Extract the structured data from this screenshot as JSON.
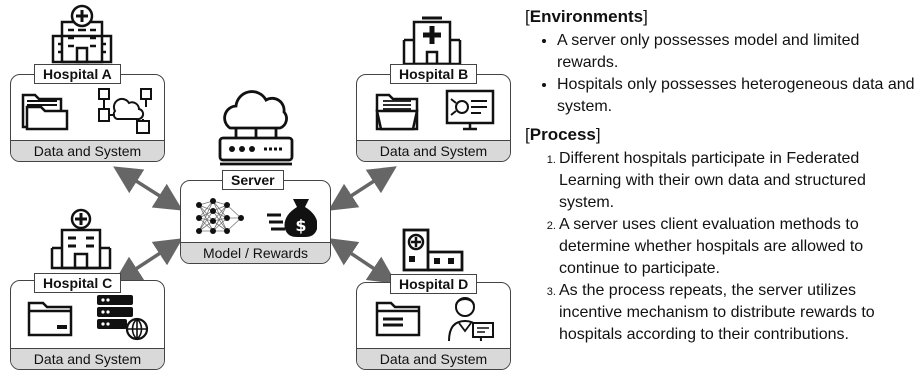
{
  "server": {
    "label": "Server",
    "footer": "Model / Rewards"
  },
  "hospitals": [
    {
      "label": "Hospital A",
      "footer": "Data and System"
    },
    {
      "label": "Hospital B",
      "footer": "Data and System"
    },
    {
      "label": "Hospital C",
      "footer": "Data and System"
    },
    {
      "label": "Hospital D",
      "footer": "Data and System"
    }
  ],
  "environments": {
    "heading": "Environments",
    "items": [
      "A server only possesses model and limited rewards.",
      "Hospitals only possesses heterogeneous data and system."
    ]
  },
  "process": {
    "heading": "Process",
    "items": [
      "Different hospitals participate in Federated Learning with their own data and structured system.",
      "A server uses client evaluation methods to determine whether hospitals are allowed to continue to participate.",
      "As the process repeats, the server utilizes incentive mechanism to distribute rewards to hospitals according to their contributions."
    ]
  },
  "colors": {
    "footer_fill": "#d9d9d9",
    "border": "#444444",
    "arrow": "#666666"
  },
  "icons": [
    "hospital-building-icon",
    "folder-icon",
    "network-icon",
    "cloud-server-icon",
    "neural-network-icon",
    "money-bag-icon",
    "database-globe-icon",
    "doctor-icon"
  ]
}
